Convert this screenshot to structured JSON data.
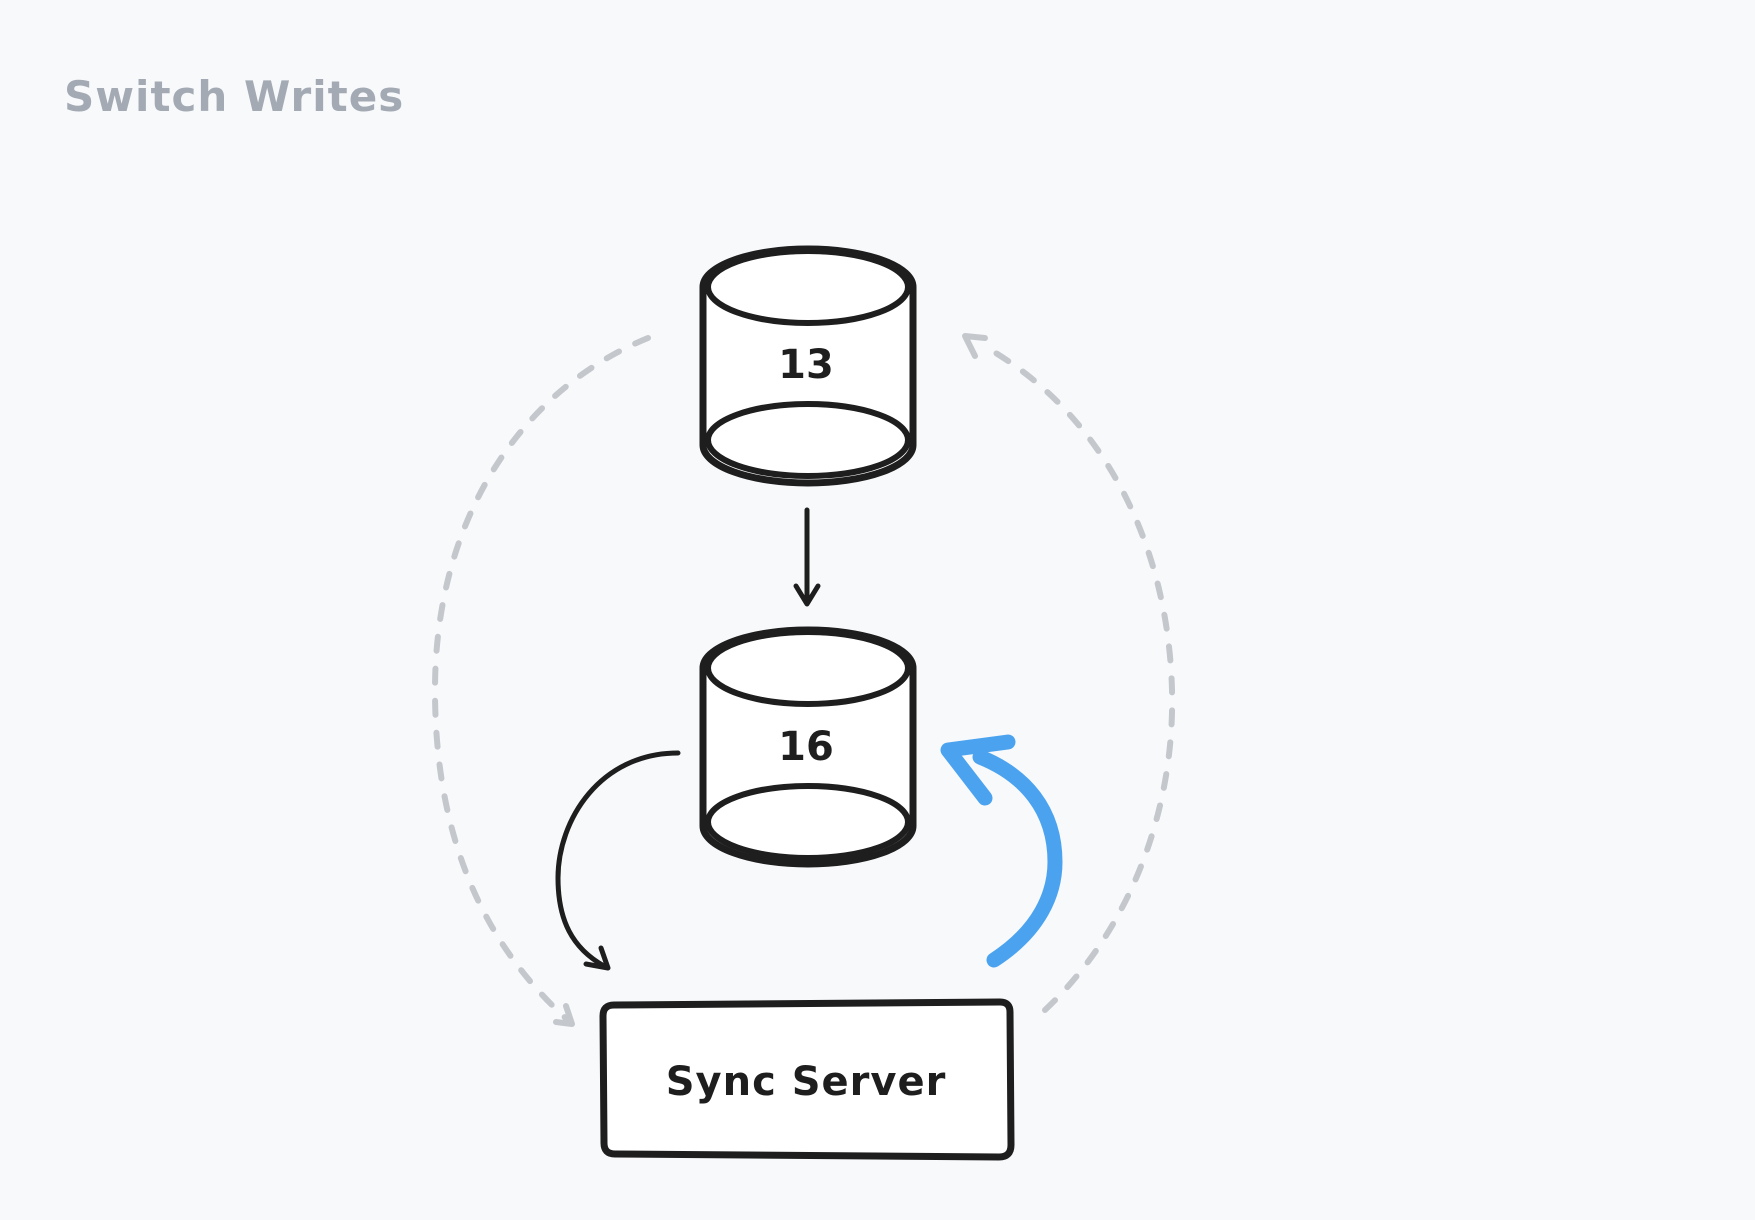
{
  "title": "Switch Writes",
  "databases": [
    {
      "label": "13"
    },
    {
      "label": "16"
    }
  ],
  "server": {
    "label": "Sync Server"
  },
  "colors": {
    "background": "#f8f9fb",
    "title": "#a3aab4",
    "stroke": "#1e1e1e",
    "highlight": "#4ba3f0",
    "dashed": "#c4c7cc"
  }
}
